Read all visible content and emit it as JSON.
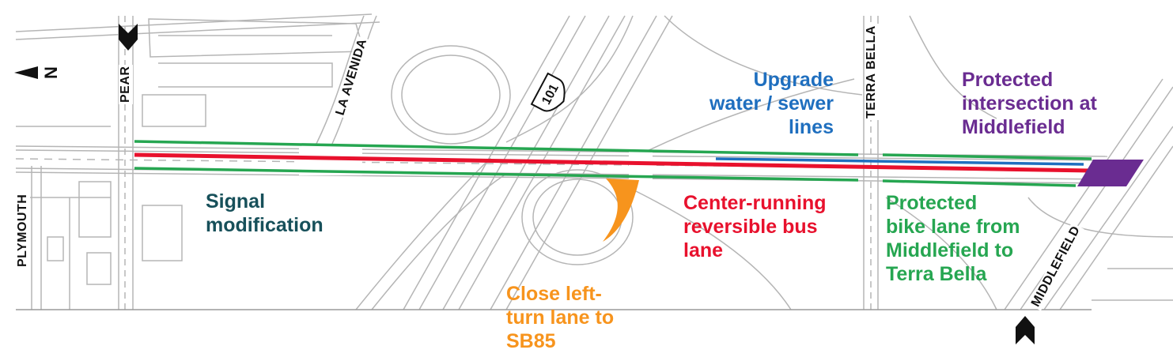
{
  "colors": {
    "background": "#ffffff",
    "road_line": "#b5b5b5",
    "bus_lane": "#e8112d",
    "bike_lane": "#26a651",
    "water_sewer": "#1f6fbf",
    "close_left_turn": "#f7941d",
    "protected_intersection": "#6a2c91",
    "signal_modification": "#17505a"
  },
  "streets": {
    "pear": "PEAR",
    "la_avenida": "LA AVENIDA",
    "plymouth": "PLYMOUTH",
    "terra_bella": "TERRA BELLA",
    "middlefield": "MIDDLEFIELD",
    "highway_shield": "101"
  },
  "north_arrow": {
    "label": "N",
    "icon": "north-arrow-icon"
  },
  "labels": {
    "signal_modification": "Signal\nmodification",
    "upgrade_water_sewer": "Upgrade\nwater / sewer\nlines",
    "protected_intersection": "Protected\nintersection at\nMiddlefield",
    "center_running_bus": "Center-running\nreversible bus\nlane",
    "protected_bike_lane": "Protected\nbike lane from\nMiddlefield to\nTerra Bella",
    "close_left_turn": "Close left-\nturn lane to\nSB85"
  },
  "end_markers": [
    "chevron-down-icon",
    "chevron-up-icon"
  ]
}
